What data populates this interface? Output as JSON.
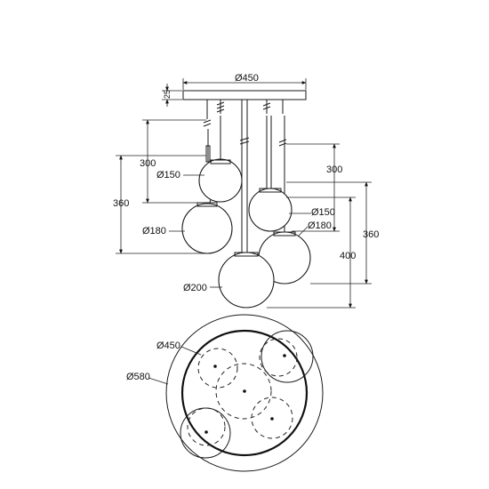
{
  "labels": {
    "canopy_diameter_top": "Ø450",
    "canopy_height": "25",
    "drop_300_left": "300",
    "drop_360_left": "360",
    "drop_300_right": "300",
    "drop_360_right": "360",
    "drop_400_right": "400",
    "globe_150_left": "Ø150",
    "globe_180_left": "Ø180",
    "globe_200": "Ø200",
    "globe_150_right": "Ø150",
    "globe_180_right": "Ø180",
    "plan_canopy_diameter": "Ø450",
    "plan_overall_diameter": "Ø580"
  }
}
